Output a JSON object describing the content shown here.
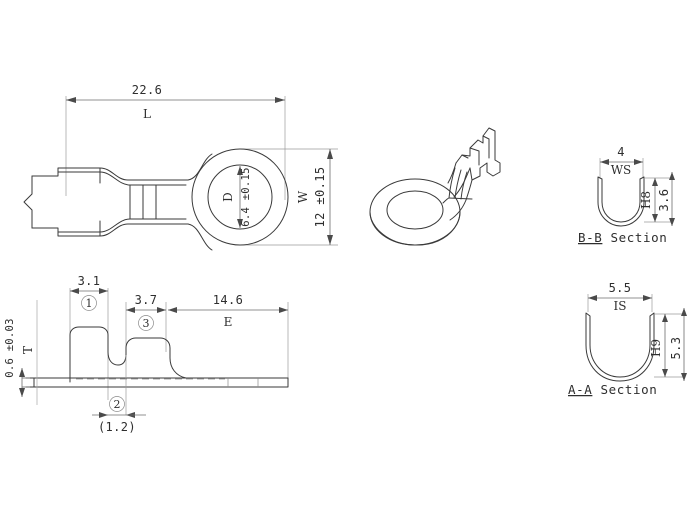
{
  "drawing": {
    "title": "Ring Terminal Technical Drawing",
    "background_color": "#ffffff",
    "line_color": "#3a3a3a",
    "dim_color": "#6d6d6d",
    "text_color": "#2e2e2e"
  },
  "top_view": {
    "length_dim": "22.6",
    "length_symbol": "L",
    "width_dim": "12 ±0.15",
    "width_symbol": "W",
    "hole_dim": "6.4 ±0.15",
    "hole_symbol": "D"
  },
  "side_view": {
    "dim_31": "3.1",
    "dim_37": "3.7",
    "dim_146": "14.6",
    "symbol_e": "E",
    "dim_12": "(1.2)",
    "thickness_dim": "0.6 ±0.03",
    "thickness_symbol": "T",
    "marker_1": "①",
    "marker_2": "②",
    "marker_3": "③"
  },
  "section_bb": {
    "label": "B-B Section",
    "label_underlined": "B-B",
    "label_rest": " Section",
    "width_dim": "4",
    "width_symbol": "WS",
    "height_symbol": "H8",
    "height_dim": "3.6"
  },
  "section_aa": {
    "label": "A-A Section",
    "label_underlined": "A-A",
    "label_rest": " Section",
    "width_dim": "5.5",
    "width_symbol": "IS",
    "height_symbol": "H9",
    "height_dim": "5.3"
  },
  "iso_view": {
    "name": "isometric-ring-terminal"
  }
}
